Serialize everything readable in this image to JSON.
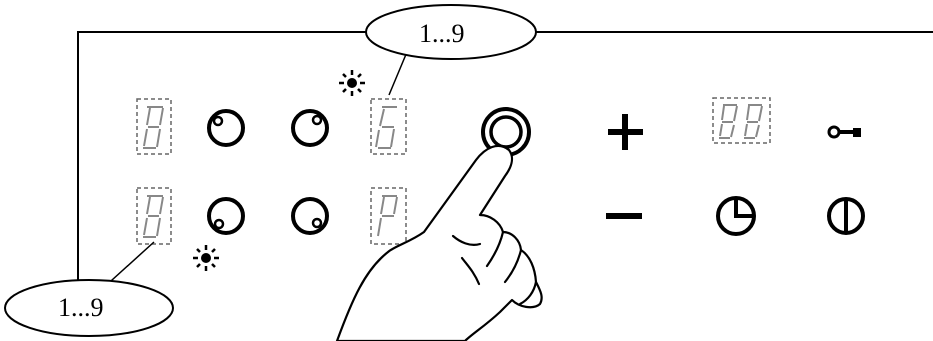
{
  "callouts": {
    "top_label": "1...9",
    "bottom_label": "1...9"
  },
  "icons": {
    "zone_front_left": "burner-zone-icon",
    "zone_rear_left": "burner-zone-icon",
    "zone_rear_right": "burner-zone-icon",
    "zone_front_right": "burner-zone-icon",
    "power_key": "circle-key-icon",
    "increase": "plus-icon",
    "decrease": "minus-icon",
    "timer": "clock-icon",
    "child_lock": "key-icon",
    "on_off": "power-icon",
    "pointer": "hand-icon",
    "indicator": "blink-sun-icon"
  },
  "displays": {
    "zone_digit": "8",
    "zone_digit_alt": "6",
    "zone_p": "P",
    "timer_digits": "88"
  },
  "colors": {
    "stroke": "#000000",
    "segment": "#888888",
    "dash": "#666666",
    "background": "#ffffff"
  }
}
